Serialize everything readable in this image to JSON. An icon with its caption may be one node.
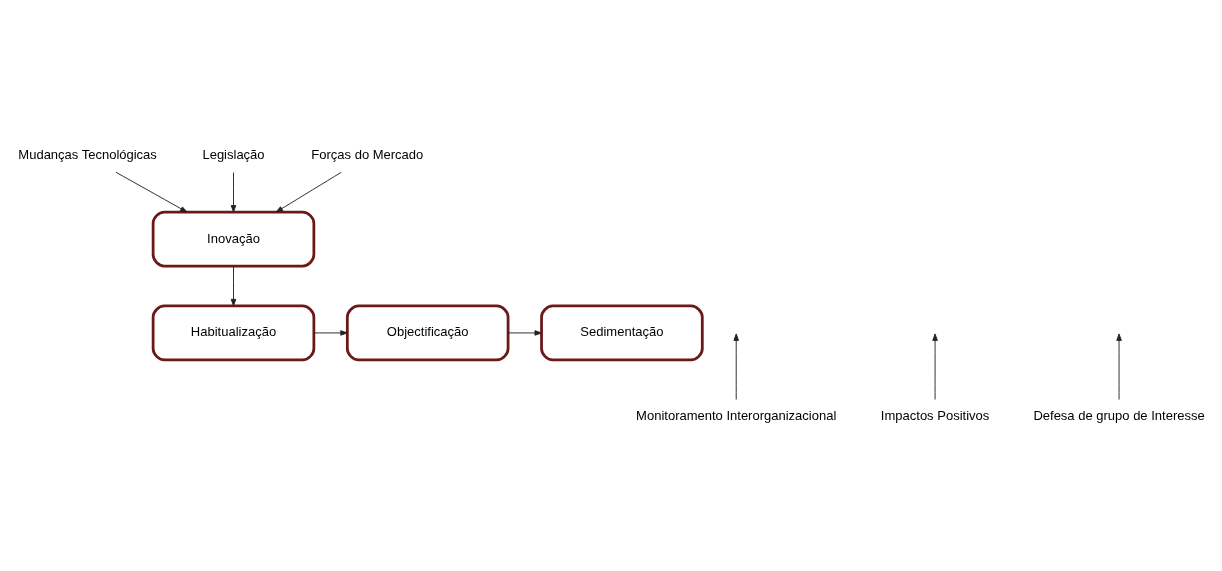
{
  "diagram": {
    "nodes": [
      {
        "text": [
          "Mudanças Tecnológicas"
        ]
      },
      {
        "text": [
          "Legislação"
        ]
      },
      {
        "text": [
          "Forças do Mercado"
        ]
      },
      {
        "text": [
          "Inovação"
        ]
      },
      {
        "text": [
          "Habitualização"
        ]
      },
      {
        "text": [
          "Objectificação"
        ]
      },
      {
        "text": [
          "Sedimentação"
        ]
      },
      {
        "text": [
          "Monitoramento Interorganizacional"
        ]
      },
      {
        "text": [
          "Impactos Positivos"
        ]
      },
      {
        "text": [
          "Defesa de grupo de Interesse"
        ]
      }
    ],
    "edges": [
      {
        "from": 0,
        "to": 3,
        "arrow": "to"
      },
      {
        "from": 1,
        "to": 3,
        "arrow": "to"
      },
      {
        "from": 2,
        "to": 3,
        "arrow": "to"
      },
      {
        "from": 3,
        "to": 4,
        "arrow": "to"
      },
      {
        "from": 4,
        "to": 5,
        "arrow": "to"
      },
      {
        "from": 5,
        "to": 6,
        "arrow": "to"
      },
      {
        "from": 7,
        "to": null,
        "arrow": "to"
      },
      {
        "from": 8,
        "to": null,
        "arrow": "to"
      },
      {
        "from": 9,
        "to": null,
        "arrow": "to"
      }
    ]
  }
}
